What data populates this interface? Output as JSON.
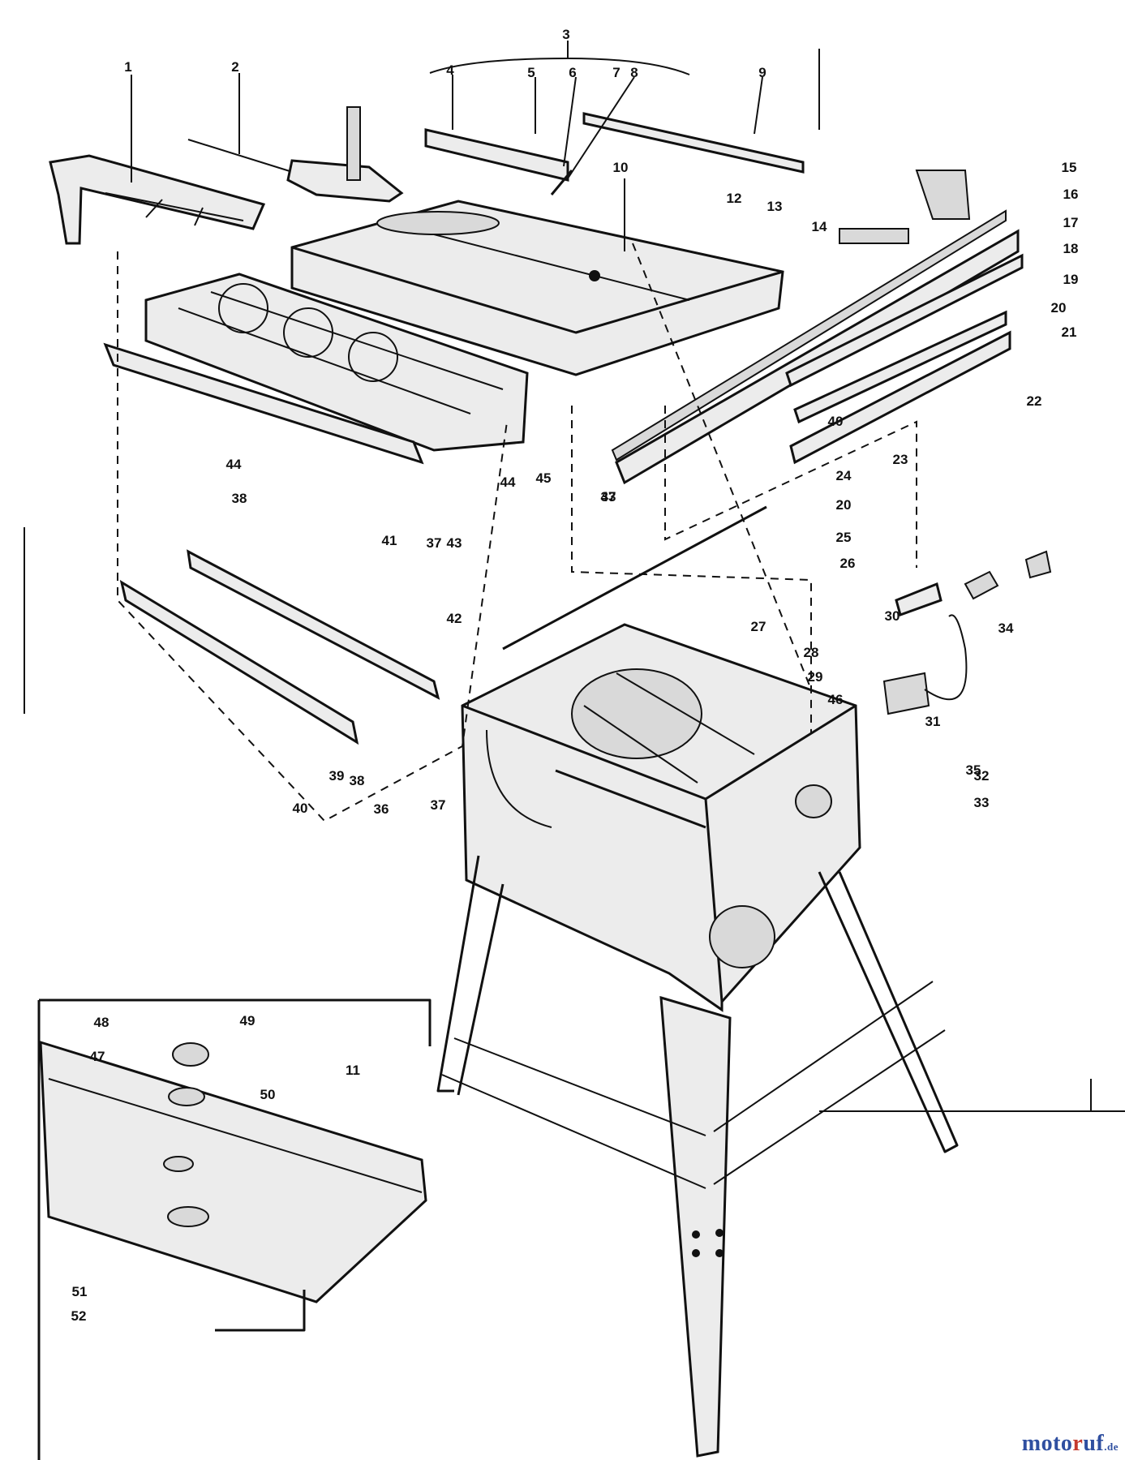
{
  "watermark": {
    "a": "moto",
    "b": "r",
    "c": "uf",
    "d": ".de"
  },
  "callouts": [
    "1",
    "2",
    "3",
    "4",
    "5",
    "6",
    "7",
    "8",
    "9",
    "10",
    "11",
    "12",
    "13",
    "14",
    "15",
    "16",
    "17",
    "18",
    "19",
    "20",
    "21",
    "22",
    "23",
    "24",
    "20",
    "25",
    "26",
    "27",
    "28",
    "29",
    "30",
    "31",
    "32",
    "33",
    "34",
    "35",
    "36",
    "37",
    "37",
    "37",
    "38",
    "38",
    "39",
    "40",
    "40",
    "41",
    "42",
    "43",
    "43",
    "44",
    "44",
    "45",
    "46",
    "47",
    "48",
    "49",
    "50",
    "51",
    "52",
    "53"
  ]
}
